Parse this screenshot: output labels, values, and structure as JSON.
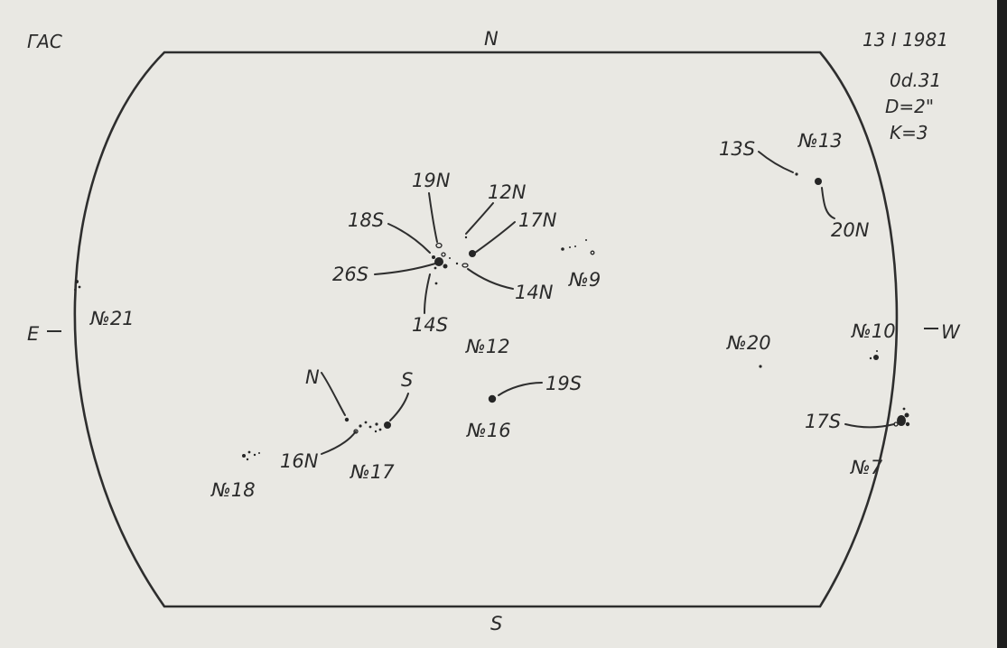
{
  "header": {
    "observatory": "ГАС",
    "date": "13 I 1981",
    "time_fraction": "0d.31",
    "aperture": "D=2\"",
    "quality": "K=3"
  },
  "directions": {
    "north": "N",
    "south": "S",
    "east": "E",
    "west": "W"
  },
  "groups": {
    "g9": "№9",
    "g10": "№10",
    "g12": "№12",
    "g13": "№13",
    "g16": "№16",
    "g17": "№17",
    "g18": "№18",
    "g20": "№20",
    "g21": "№21",
    "g7": "№7"
  },
  "spot_labels": {
    "s13s": "13S",
    "s20n": "20N",
    "s19n": "19N",
    "s12n": "12N",
    "s18s": "18S",
    "s17n": "17N",
    "s26s": "26S",
    "s14n": "14N",
    "s14s": "14S",
    "s19s": "19S",
    "s17s": "17S",
    "s16n": "16N",
    "n17": "N",
    "ss17": "S"
  }
}
